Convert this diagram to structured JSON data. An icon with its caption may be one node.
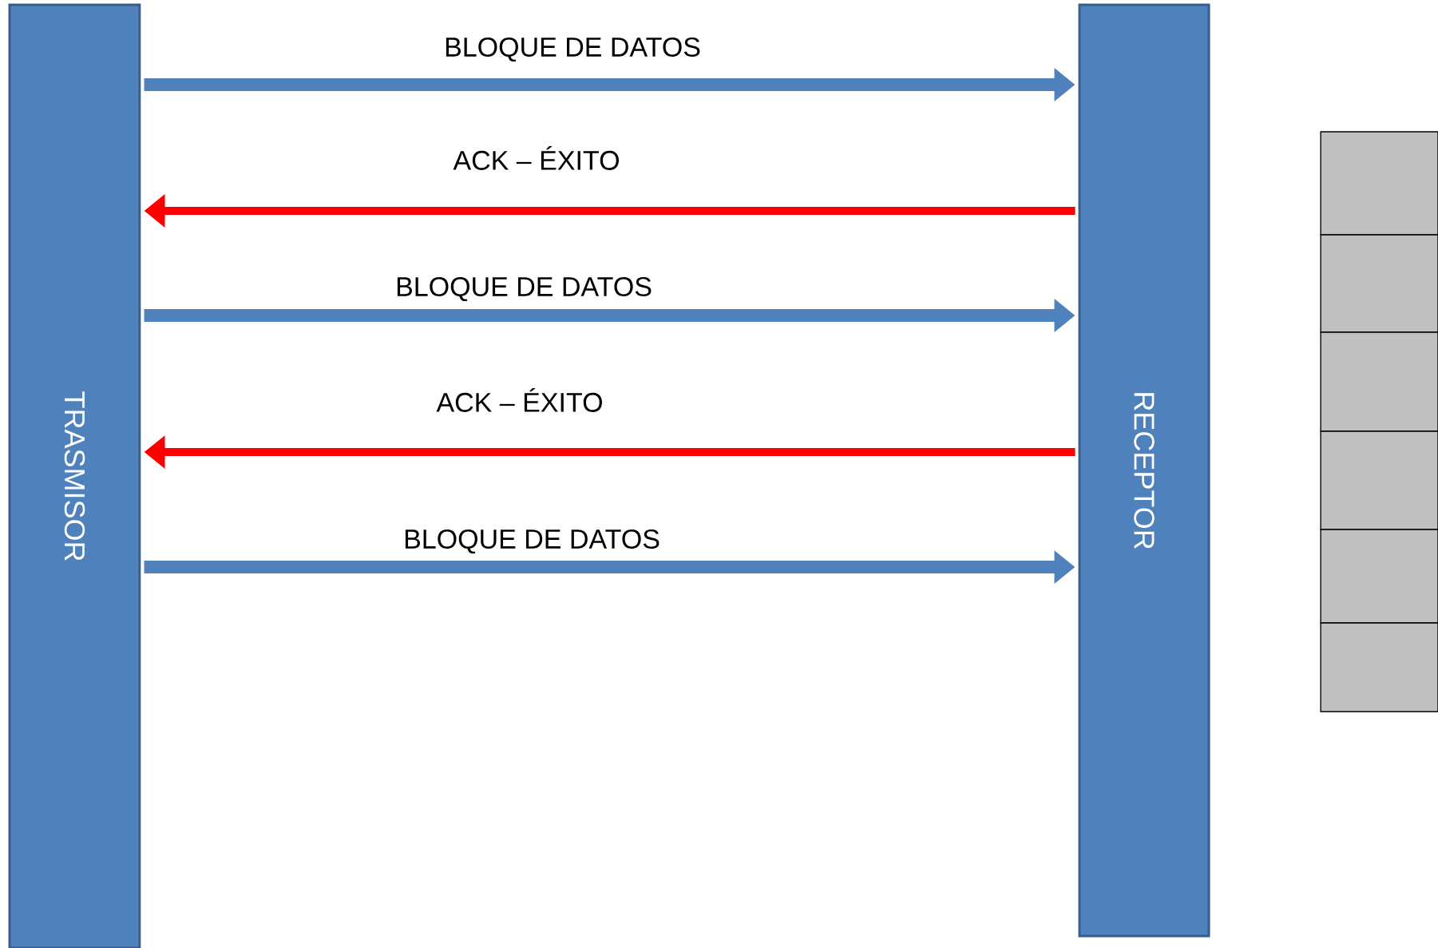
{
  "diagram": {
    "nodes": [
      {
        "text": [
          "TRASMISOR"
        ]
      },
      {
        "text": [
          "RECEPTOR"
        ]
      },
      {
        "text": [],
        "shape": "box"
      },
      {
        "text": [],
        "shape": "box"
      },
      {
        "text": [],
        "shape": "box"
      },
      {
        "text": [],
        "shape": "box"
      },
      {
        "text": [],
        "shape": "box"
      },
      {
        "text": [],
        "shape": "box"
      }
    ],
    "edges": [
      {
        "from": 0,
        "to": 1,
        "arrow": "to",
        "label": "BLOQUE DE DATOS"
      },
      {
        "from": 1,
        "to": 0,
        "arrow": "to",
        "label": "ACK – ÉXITO",
        "color": "#ff0000"
      },
      {
        "from": 0,
        "to": 1,
        "arrow": "to",
        "label": "BLOQUE DE DATOS"
      },
      {
        "from": 1,
        "to": 0,
        "arrow": "to",
        "label": "ACK – ÉXITO",
        "color": "#ff0000"
      },
      {
        "from": 0,
        "to": 1,
        "arrow": "to",
        "label": "BLOQUE DE DATOS"
      }
    ]
  }
}
